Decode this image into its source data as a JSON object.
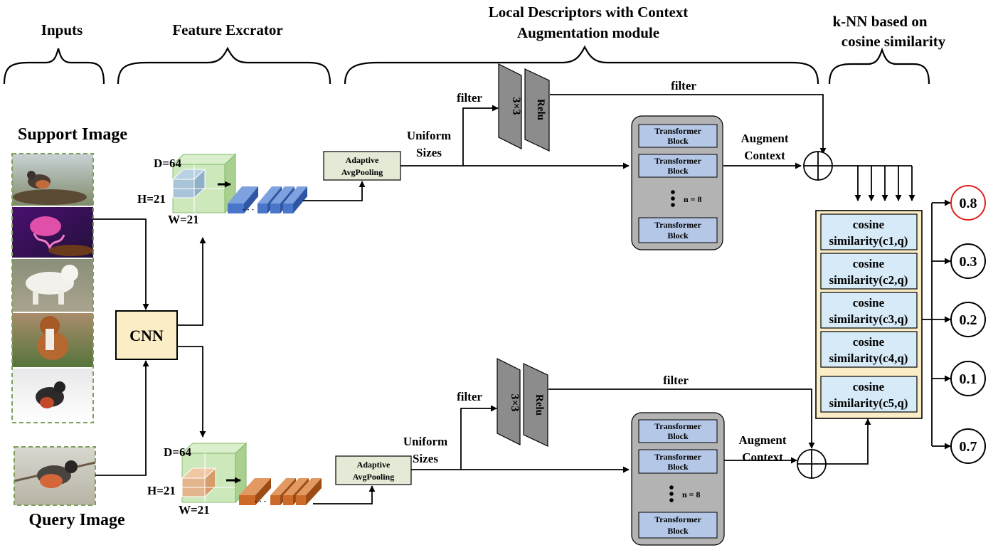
{
  "sections": {
    "inputs": "Inputs",
    "feature_extractor": "Feature Excrator",
    "ldca_line1": "Local Descriptors with Context",
    "ldca_line2": "Augmentation  module",
    "knn_line1": "k-NN based on",
    "knn_line2": "cosine similarity"
  },
  "labels": {
    "support_image": "Support Image",
    "query_image": "Query Image",
    "cnn": "CNN"
  },
  "tensor_top": {
    "d": "D=64",
    "h": "H=21",
    "w": "W=21",
    "dots": "· · ·"
  },
  "tensor_bottom": {
    "d": "D=64",
    "h": "H=21",
    "w": "W=21",
    "dots": "· · ·"
  },
  "pool_top": {
    "line1": "Adaptive",
    "line2": "AvgPooling"
  },
  "pool_bottom": {
    "line1": "Adaptive",
    "line2": "AvgPooling"
  },
  "branch_top": {
    "uniform1": "Uniform",
    "uniform2": "Sizes",
    "filter_in": "filter",
    "filter_out": "filter",
    "conv": "3×3",
    "relu": "Relu",
    "augment1": "Augment",
    "augment2": "Context",
    "tb1a": "Transformer",
    "tb1b": "Block",
    "tb2a": "Transformer",
    "tb2b": "Block",
    "tb3a": "Transformer",
    "tb3b": "Block",
    "n": "n = 8"
  },
  "branch_bottom": {
    "uniform1": "Uniform",
    "uniform2": "Sizes",
    "filter_in": "filter",
    "filter_out": "filter",
    "conv": "3×3",
    "relu": "Relu",
    "augment1": "Augment",
    "augment2": "Context",
    "tb1a": "Transformer",
    "tb1b": "Block",
    "tb2a": "Transformer",
    "tb2b": "Block",
    "tb3a": "Transformer",
    "tb3b": "Block",
    "n": "n = 8"
  },
  "cosine": [
    {
      "line1": "cosine",
      "line2": "similarity(c1,q)"
    },
    {
      "line1": "cosine",
      "line2": "similarity(c2,q)"
    },
    {
      "line1": "cosine",
      "line2": "similarity(c3,q)"
    },
    {
      "line1": "cosine",
      "line2": "similarity(c4,q)"
    },
    {
      "line1": "cosine",
      "line2": "similarity(c5,q)"
    }
  ],
  "scores": [
    "0.8",
    "0.3",
    "0.2",
    "0.1",
    "0.7"
  ],
  "images": {
    "support": [
      "bird-on-nest-photo",
      "pink-jellyfish-photo",
      "white-dog-photo",
      "boxer-puppy-photo",
      "bird-in-snow-photo"
    ],
    "query": "robin-on-branch-photo"
  },
  "colors": {
    "cnn_fill": "#fbeec6",
    "tensor_green": "#c8e6b4",
    "tensor_blue": "#4a76c9",
    "tensor_orange": "#cc6a2a",
    "transformer_fill": "#b4c7e7",
    "panel_gray": "#b3b3b3",
    "cosine_fill": "#d6eaf8",
    "knn_panel": "#fbeec6",
    "best_score_ring": "#e02020"
  }
}
